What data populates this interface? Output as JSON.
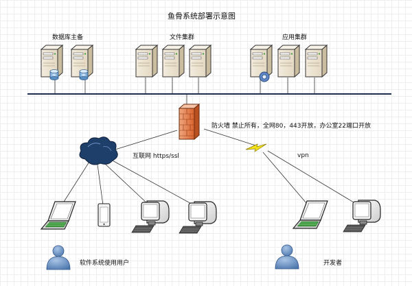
{
  "diagram": {
    "title": "鱼骨系统部署示意图",
    "groups": {
      "database": "数据库主备",
      "file_cluster": "文件集群",
      "app_cluster": "应用集群"
    },
    "firewall_label": "防火墙 禁止所有，全网80，443开放，办公室22端口开放",
    "internet_label": "互联网 https/ssl",
    "vpn_label": "vpn",
    "users_label": "软件系统使用用户",
    "developers_label": "开发者"
  }
}
